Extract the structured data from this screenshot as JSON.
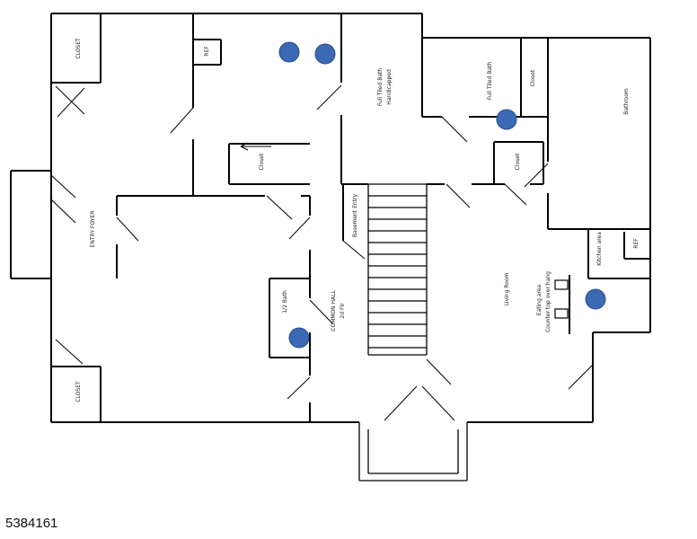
{
  "meta": {
    "id_number": "5384161",
    "background_color": "#ffffff",
    "wall_color": "#000000",
    "marker_color": "#3b69b4"
  },
  "floor_plan": {
    "labels": [
      {
        "key": "closet-top-left",
        "text": "CLOSET"
      },
      {
        "key": "ref-top",
        "text": "REF"
      },
      {
        "key": "full-tiled-bath-handicapped-line1",
        "text": "Full Tiled Bath"
      },
      {
        "key": "full-tiled-bath-handicapped-line2",
        "text": "Handicapped"
      },
      {
        "key": "full-tiled-bath",
        "text": "Full Tiled Bath"
      },
      {
        "key": "closet-top-right",
        "text": "Closet"
      },
      {
        "key": "bathroom",
        "text": "Bathroom"
      },
      {
        "key": "closet-middle",
        "text": "Closet"
      },
      {
        "key": "closet-mid-right",
        "text": "Closet"
      },
      {
        "key": "entry-foyer",
        "text": "ENTRY FOYER"
      },
      {
        "key": "basement-entry",
        "text": "Basement Entry"
      },
      {
        "key": "kitchen-area",
        "text": "Kitchen area"
      },
      {
        "key": "ref-right",
        "text": "REF"
      },
      {
        "key": "half-bath",
        "text": "1/2 Bath"
      },
      {
        "key": "common-hall-line1",
        "text": "COMMON HALL"
      },
      {
        "key": "common-hall-line2",
        "text": "2d Flr"
      },
      {
        "key": "living-room",
        "text": "Living Room"
      },
      {
        "key": "eating-area",
        "text": "Eating area"
      },
      {
        "key": "counter-top",
        "text": "Counter top over hang"
      },
      {
        "key": "closet-bottom-left",
        "text": "CLOSET"
      }
    ],
    "fixture_marker_count": 5
  }
}
